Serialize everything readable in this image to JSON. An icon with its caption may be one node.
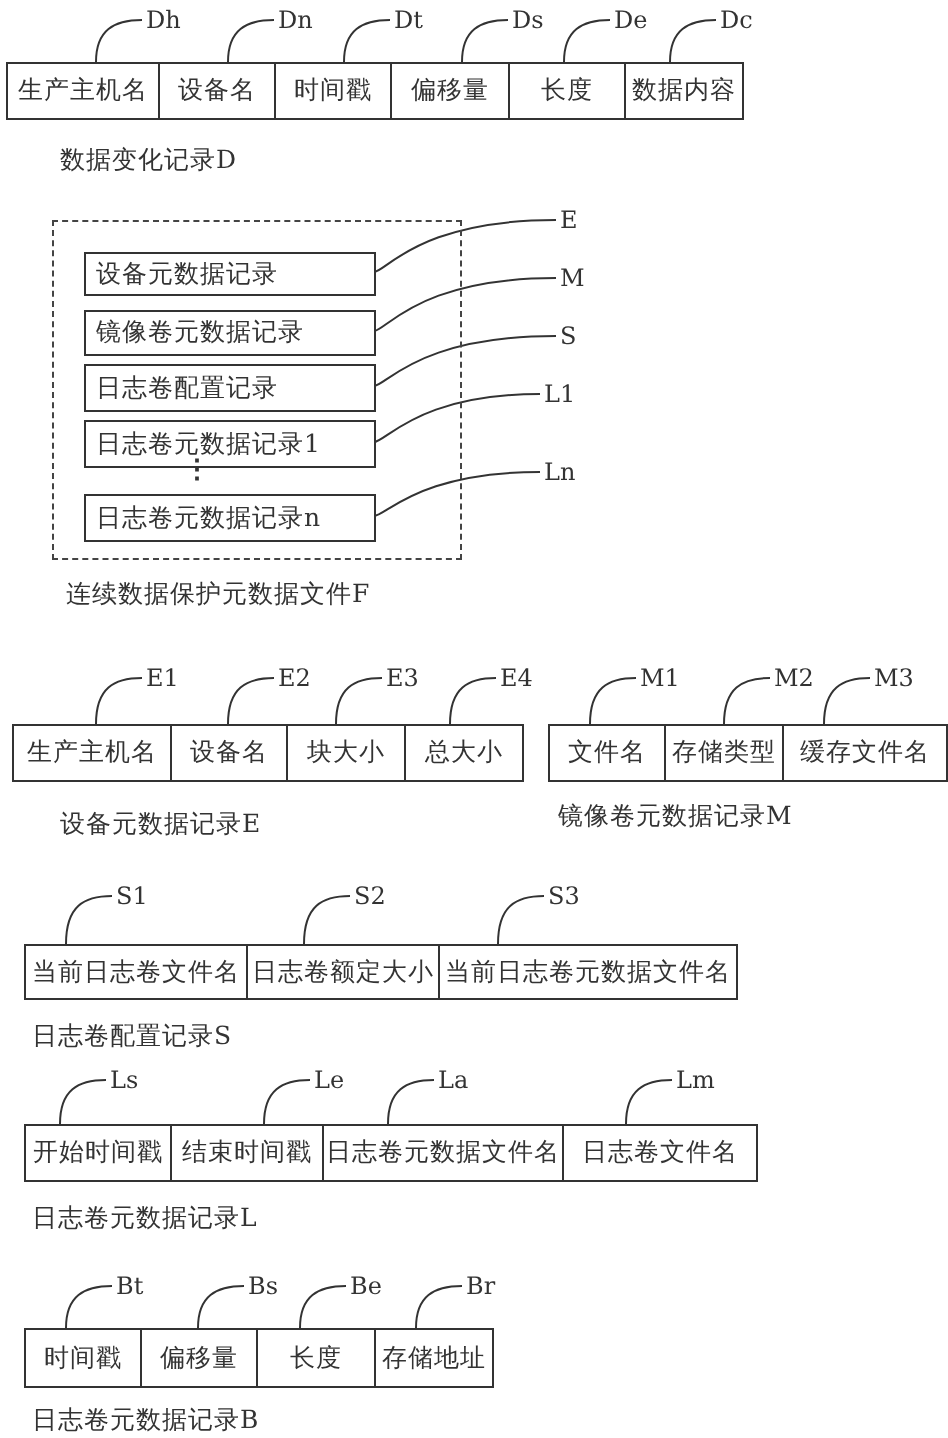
{
  "diagram": {
    "nodes": [
      {
        "text": [
          "Dh"
        ]
      },
      {
        "text": [
          "Dn"
        ]
      },
      {
        "text": [
          "Dt"
        ]
      },
      {
        "text": [
          "Ds"
        ]
      },
      {
        "text": [
          "De"
        ]
      },
      {
        "text": [
          "Dc"
        ]
      },
      {
        "text": [
          "生产主机名"
        ]
      },
      {
        "text": [
          "设备名"
        ]
      },
      {
        "text": [
          "时间戳"
        ]
      },
      {
        "text": [
          "偏移量"
        ]
      },
      {
        "text": [
          "长度"
        ]
      },
      {
        "text": [
          "数据内容"
        ]
      },
      {
        "text": [
          "连续数据保护元数据文件F"
        ]
      },
      {
        "text": [
          "设备元数据记录"
        ],
        "in": 12
      },
      {
        "text": [
          "镜像卷元数据记录"
        ],
        "in": 12
      },
      {
        "text": [
          "日志卷配置记录"
        ],
        "in": 12
      },
      {
        "text": [
          "日志卷元数据记录1"
        ],
        "in": 12
      },
      {
        "text": [
          "日志卷元数据记录n"
        ],
        "in": 12
      },
      {
        "text": [
          "E"
        ]
      },
      {
        "text": [
          "M"
        ]
      },
      {
        "text": [
          "S"
        ]
      },
      {
        "text": [
          "L1"
        ]
      },
      {
        "text": [
          "Ln"
        ]
      },
      {
        "text": [
          "E1"
        ]
      },
      {
        "text": [
          "E2"
        ]
      },
      {
        "text": [
          "E3"
        ]
      },
      {
        "text": [
          "E4"
        ]
      },
      {
        "text": [
          "M1"
        ]
      },
      {
        "text": [
          "M2"
        ]
      },
      {
        "text": [
          "M3"
        ]
      },
      {
        "text": [
          "生产主机名"
        ]
      },
      {
        "text": [
          "设备名"
        ]
      },
      {
        "text": [
          "块大小"
        ]
      },
      {
        "text": [
          "总大小"
        ]
      },
      {
        "text": [
          "文件名"
        ]
      },
      {
        "text": [
          "存储类型"
        ]
      },
      {
        "text": [
          "缓存文件名"
        ]
      },
      {
        "text": [
          "S1"
        ]
      },
      {
        "text": [
          "S2"
        ]
      },
      {
        "text": [
          "S3"
        ]
      },
      {
        "text": [
          "当前日志卷文件名"
        ]
      },
      {
        "text": [
          "日志卷额定大小"
        ]
      },
      {
        "text": [
          "当前日志卷元数据文件名"
        ]
      },
      {
        "text": [
          "Ls"
        ]
      },
      {
        "text": [
          "Le"
        ]
      },
      {
        "text": [
          "La"
        ]
      },
      {
        "text": [
          "Lm"
        ]
      },
      {
        "text": [
          "开始时间戳"
        ]
      },
      {
        "text": [
          "结束时间戳"
        ]
      },
      {
        "text": [
          "日志卷元数据文件名"
        ]
      },
      {
        "text": [
          "日志卷文件名"
        ]
      },
      {
        "text": [
          "Bt"
        ]
      },
      {
        "text": [
          "Bs"
        ]
      },
      {
        "text": [
          "Be"
        ]
      },
      {
        "text": [
          "Br"
        ]
      },
      {
        "text": [
          "时间戳"
        ]
      },
      {
        "text": [
          "偏移量"
        ]
      },
      {
        "text": [
          "长度"
        ]
      },
      {
        "text": [
          "存储地址"
        ]
      }
    ],
    "edges": [
      {
        "from": 0,
        "to": 6,
        "arrow": "none"
      },
      {
        "from": 1,
        "to": 7,
        "arrow": "none"
      },
      {
        "from": 2,
        "to": 8,
        "arrow": "none"
      },
      {
        "from": 3,
        "to": 9,
        "arrow": "none"
      },
      {
        "from": 4,
        "to": 10,
        "arrow": "none"
      },
      {
        "from": 5,
        "to": 11,
        "arrow": "none"
      },
      {
        "from": 18,
        "to": 13,
        "arrow": "none"
      },
      {
        "from": 19,
        "to": 14,
        "arrow": "none"
      },
      {
        "from": 20,
        "to": 15,
        "arrow": "none"
      },
      {
        "from": 21,
        "to": 16,
        "arrow": "none"
      },
      {
        "from": 22,
        "to": 17,
        "arrow": "none"
      },
      {
        "from": 23,
        "to": 30,
        "arrow": "none"
      },
      {
        "from": 24,
        "to": 31,
        "arrow": "none"
      },
      {
        "from": 25,
        "to": 32,
        "arrow": "none"
      },
      {
        "from": 26,
        "to": 33,
        "arrow": "none"
      },
      {
        "from": 27,
        "to": 34,
        "arrow": "none"
      },
      {
        "from": 28,
        "to": 35,
        "arrow": "none"
      },
      {
        "from": 29,
        "to": 36,
        "arrow": "none"
      },
      {
        "from": 37,
        "to": 40,
        "arrow": "none"
      },
      {
        "from": 38,
        "to": 41,
        "arrow": "none"
      },
      {
        "from": 39,
        "to": 42,
        "arrow": "none"
      },
      {
        "from": 43,
        "to": 47,
        "arrow": "none"
      },
      {
        "from": 44,
        "to": 48,
        "arrow": "none"
      },
      {
        "from": 45,
        "to": 49,
        "arrow": "none"
      },
      {
        "from": 46,
        "to": 50,
        "arrow": "none"
      },
      {
        "from": 51,
        "to": 55,
        "arrow": "none"
      },
      {
        "from": 52,
        "to": 56,
        "arrow": "none"
      },
      {
        "from": 53,
        "to": 57,
        "arrow": "none"
      },
      {
        "from": 54,
        "to": 58,
        "arrow": "none"
      }
    ],
    "labels": [
      "数据变化记录D",
      "⋮",
      "设备元数据记录E",
      "镜像卷元数据记录M",
      "日志卷配置记录S",
      "日志卷元数据记录L",
      "日志卷元数据记录B"
    ]
  }
}
